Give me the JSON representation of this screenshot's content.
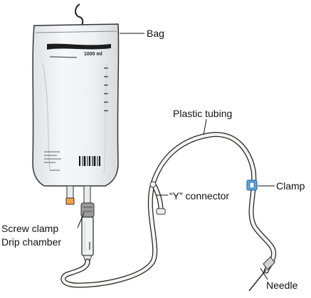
{
  "bag": {
    "volume_text": "1000 ml"
  },
  "labels": {
    "bag": "Bag",
    "plastic_tubing": "Plastic tubing",
    "clamp": "Clamp",
    "y_connector": "“Y” connector",
    "screw_clamp": "Screw clamp",
    "drip_chamber": "Drip chamber",
    "needle": "Needle"
  },
  "colors": {
    "line": "#1a1a1a",
    "bag_fill": "#f1f3f4",
    "tube": "#f4f4f2",
    "clamp": "#5aa7dd",
    "screw_cap": "#f2a24a"
  }
}
